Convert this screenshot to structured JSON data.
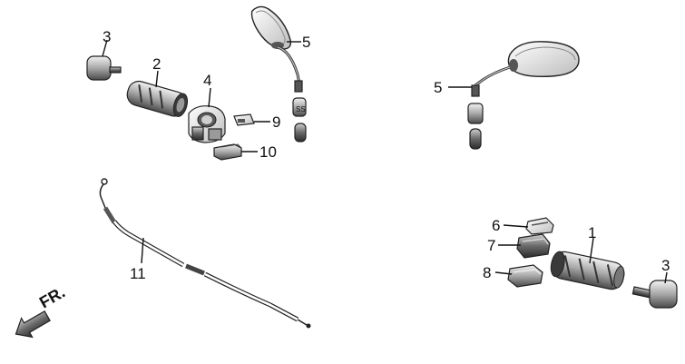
{
  "callouts": {
    "l_grip_end_3": "3",
    "l_grip_2": "2",
    "throttle_housing_4": "4",
    "mirror_l_5": "5",
    "part_9": "9",
    "part_10": "10",
    "throttle_cable_11": "11",
    "mirror_r_5": "5",
    "switch_6": "6",
    "switch_7": "7",
    "switch_8": "8",
    "r_grip_1": "1",
    "r_grip_end_3": "3"
  },
  "direction_label": "FR.",
  "colors": {
    "ink": "#222222",
    "shade": "#7a7a7a",
    "light": "#d9d9d9",
    "dark": "#3a3a3a"
  }
}
